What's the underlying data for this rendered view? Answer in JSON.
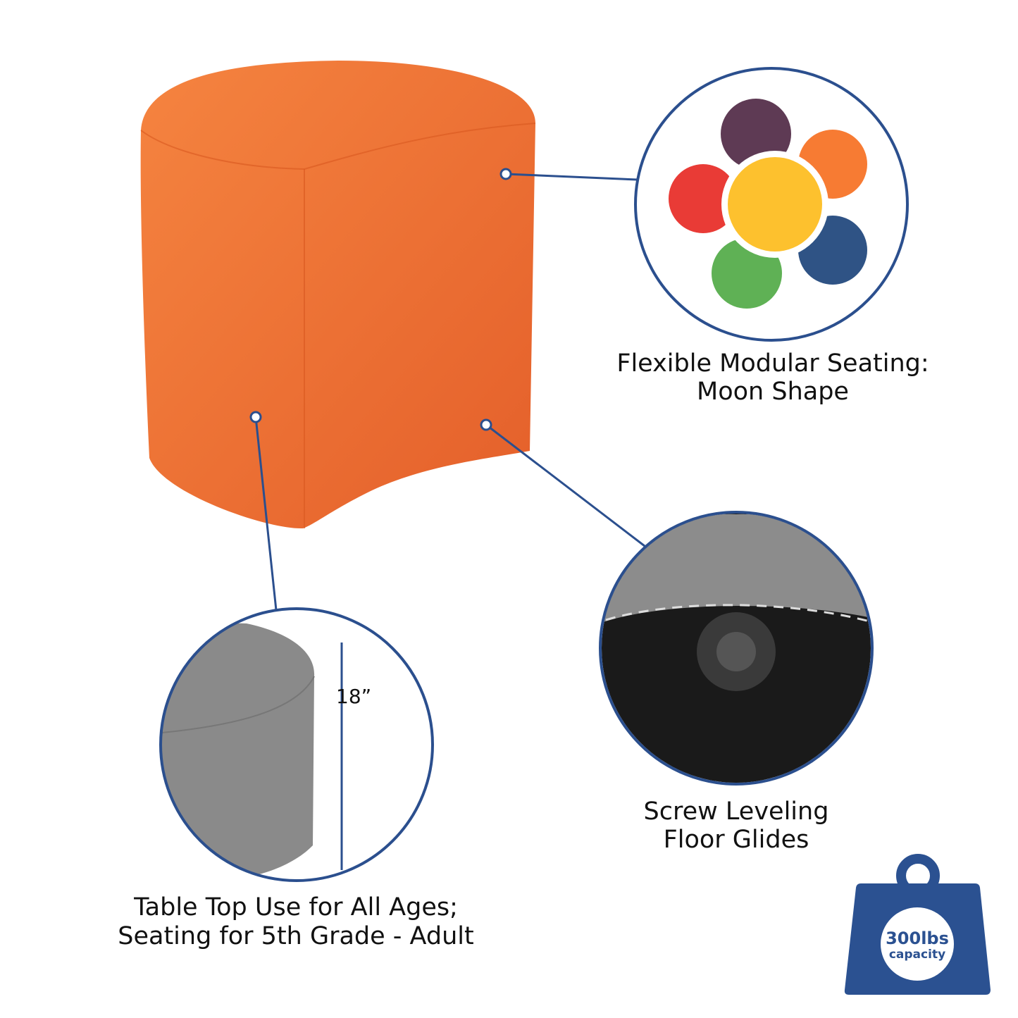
{
  "colors": {
    "accent": "#2b4f8e",
    "stool": "#ec6a2e",
    "petals": [
      "#5e3a54",
      "#f77b33",
      "#e93b36",
      "#fdc12e",
      "#2f5385",
      "#5fb155"
    ]
  },
  "callouts": [
    {
      "line1": "Flexible Modular Seating:",
      "line2": "Moon Shape",
      "icon": "flower-arrangement"
    },
    {
      "line1": "Screw Leveling",
      "line2": "Floor Glides",
      "icon": "floor-glide"
    },
    {
      "line1": "Table Top Use for All Ages;",
      "line2": "Seating for 5th Grade - Adult",
      "icon": "height-dimension"
    }
  ],
  "dimension": {
    "height": "18”"
  },
  "badge": {
    "value": "300lbs",
    "label": "capacity",
    "icon": "weight-icon"
  }
}
